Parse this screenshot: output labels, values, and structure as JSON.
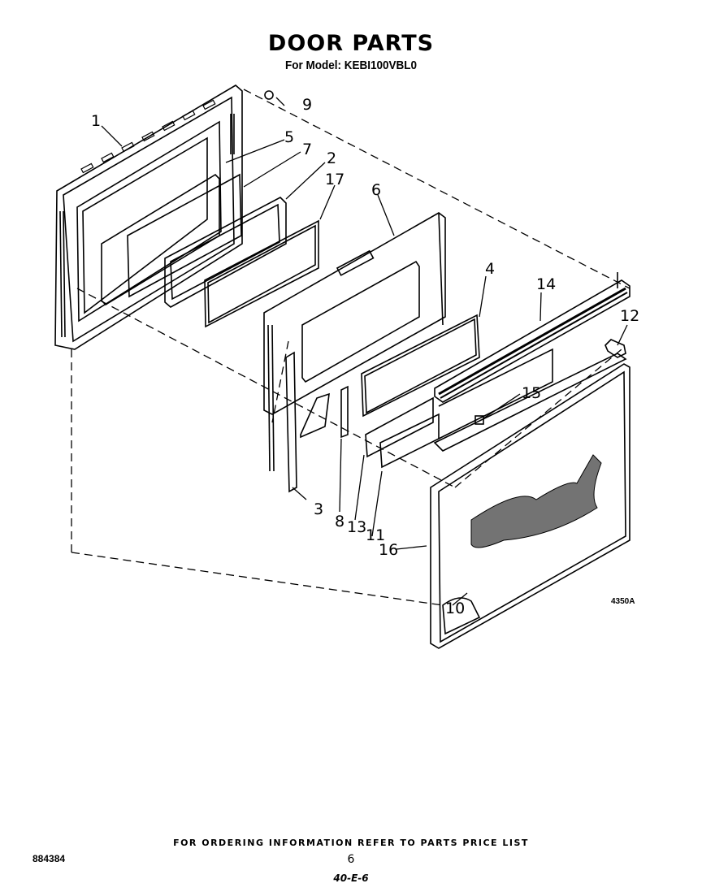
{
  "header": {
    "title": "DOOR PARTS",
    "subtitle": "For Model: KEBI100VBL0"
  },
  "diagram": {
    "callouts": [
      {
        "id": "1",
        "label": "1"
      },
      {
        "id": "2",
        "label": "2"
      },
      {
        "id": "3",
        "label": "3"
      },
      {
        "id": "4",
        "label": "4"
      },
      {
        "id": "5",
        "label": "5"
      },
      {
        "id": "6",
        "label": "6"
      },
      {
        "id": "7",
        "label": "7"
      },
      {
        "id": "8",
        "label": "8"
      },
      {
        "id": "9",
        "label": "9"
      },
      {
        "id": "10",
        "label": "10"
      },
      {
        "id": "11",
        "label": "11"
      },
      {
        "id": "12",
        "label": "12"
      },
      {
        "id": "13",
        "label": "13"
      },
      {
        "id": "14",
        "label": "14"
      },
      {
        "id": "15",
        "label": "15"
      },
      {
        "id": "16",
        "label": "16"
      },
      {
        "id": "17",
        "label": "17"
      }
    ],
    "figure_id": "4350A"
  },
  "footer": {
    "note": "FOR ORDERING INFORMATION REFER TO PARTS PRICE LIST",
    "doc_number": "884384",
    "page_number": "6",
    "revision": "40-E-6"
  }
}
